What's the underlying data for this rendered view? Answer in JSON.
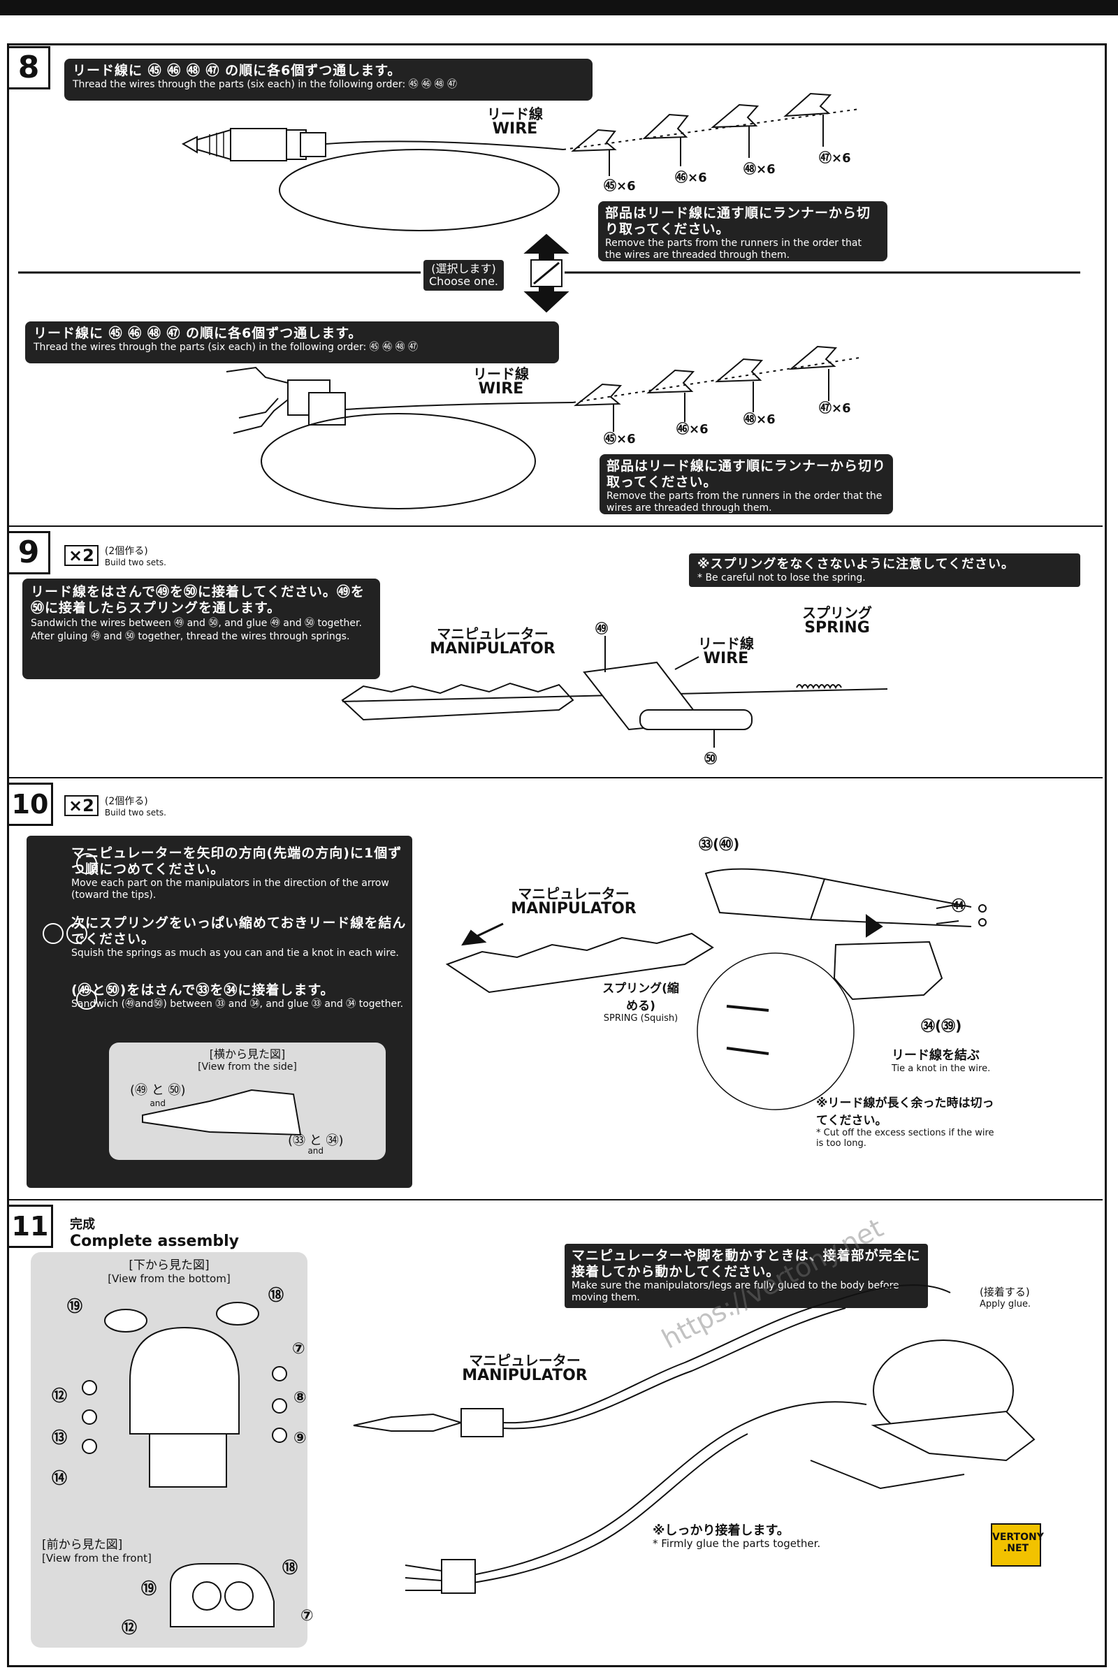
{
  "step8": {
    "number": "8",
    "instr_ja": "リード線に ㊺ ㊻ ㊽ ㊼ の順に各6個ずつ通します。",
    "instr_en": "Thread the wires through the parts (six each) in the following order: ㊺ ㊻ ㊽ ㊼",
    "wire_ja": "リード線",
    "wire_en": "WIRE",
    "parts": [
      "㊺×6",
      "㊻×6",
      "㊽×6",
      "㊼×6"
    ],
    "runner_ja": "部品はリード線に通す順にランナーから切り取ってください。",
    "runner_en": "Remove the parts from the runners in the order that the wires are threaded through them.",
    "choose_ja": "(選択します)",
    "choose_en": "Choose one.",
    "instr2_ja": "リード線に ㊺ ㊻ ㊽ ㊼ の順に各6個ずつ通します。",
    "instr2_en": "Thread the wires through the parts (six each) in the following order: ㊺ ㊻ ㊽ ㊼",
    "wire2_ja": "リード線",
    "wire2_en": "WIRE",
    "parts2": [
      "㊺×6",
      "㊻×6",
      "㊽×6",
      "㊼×6"
    ],
    "runner2_ja": "部品はリード線に通す順にランナーから切り取ってください。",
    "runner2_en": "Remove the parts from the runners in the order that the wires are threaded through them."
  },
  "step9": {
    "number": "9",
    "x2": "×2",
    "sets_ja": "(2個作る)",
    "sets_en": "Build two sets.",
    "caution_ja": "※スプリングをなくさないように注意してください。",
    "caution_en": "* Be careful not to lose the spring.",
    "instr_ja": "リード線をはさんで㊾を㊿に接着してください。㊾を㊿に接着したらスプリングを通します。",
    "instr_en1": "Sandwich the wires between ㊾ and ㊿, and glue ㊾ and ㊿ together.",
    "instr_en2": "After gluing ㊾ and ㊿ together, thread the wires through springs.",
    "manip_ja": "マニピュレーター",
    "manip_en": "MANIPULATOR",
    "wire_ja": "リード線",
    "wire_en": "WIRE",
    "spring_ja": "スプリング",
    "spring_en": "SPRING",
    "part49": "㊾",
    "part50": "㊿"
  },
  "step10": {
    "number": "10",
    "x2": "×2",
    "sets_ja": "(2個作る)",
    "sets_en": "Build two sets.",
    "s1_ja": "マニピュレーターを矢印の方向(先端の方向)に1個ずつ順につめてください。",
    "s1_en": "Move each part on the manipulators in the direction of the arrow (toward the tips).",
    "s23_ja": "次にスプリングをいっぱい縮めておきリード線を結んでください。",
    "s23_en": "Squish the springs as much as you can and tie a knot in each wire.",
    "s4_ja": "(㊾と㊿)をはさんで㉝を㉞に接着します。",
    "s4_en": "Sandwich (㊾and㊿) between ㉝ and ㉞, and glue ㉝ and ㉞ together.",
    "side_ja": "[横から見た図]",
    "side_en": "[View from the side]",
    "side_a": "(㊾ と ㊿)",
    "side_a_and": "and",
    "side_b": "(㉝ と ㉞)",
    "side_b_and": "and",
    "manip_ja": "マニピュレーター",
    "manip_en": "MANIPULATOR",
    "p33": "㉝(㊵)",
    "p34": "㉞(㊴)",
    "p44": "㊹",
    "spring_ja": "スプリング(縮める)",
    "spring_en": "SPRING (Squish)",
    "knot_ja": "リード線を結ぶ",
    "knot_en": "Tie a knot in the wire.",
    "cut_ja": "※リード線が長く余った時は切ってください。",
    "cut_en": "* Cut off the excess sections if the wire is too long."
  },
  "step11": {
    "number": "11",
    "title_ja": "完成",
    "title_en": "Complete assembly",
    "bottom_ja": "[下から見た図]",
    "bottom_en": "[View from the bottom]",
    "front_ja": "[前から見た図]",
    "front_en": "[View from the front]",
    "bottom_parts": [
      "⑲",
      "⑱",
      "⑦",
      "⑫",
      "⑧",
      "⑬",
      "⑨",
      "⑭"
    ],
    "front_parts": [
      "⑲",
      "⑱",
      "⑫",
      "⑦"
    ],
    "move_ja": "マニピュレーターや脚を動かすときは、接着部が完全に接着してから動かしてください。",
    "move_en": "Make sure the manipulators/legs are fully glued to the body before moving them.",
    "glue_ja": "(接着する)",
    "glue_en": "Apply glue.",
    "manip_ja": "マニピュレーター",
    "manip_en": "MANIPULATOR",
    "firm_ja": "※しっかり接着します。",
    "firm_en": "* Firmly glue the parts together."
  },
  "watermark": "https://vertony.net",
  "badge": [
    "VERTONY",
    ".NET"
  ]
}
